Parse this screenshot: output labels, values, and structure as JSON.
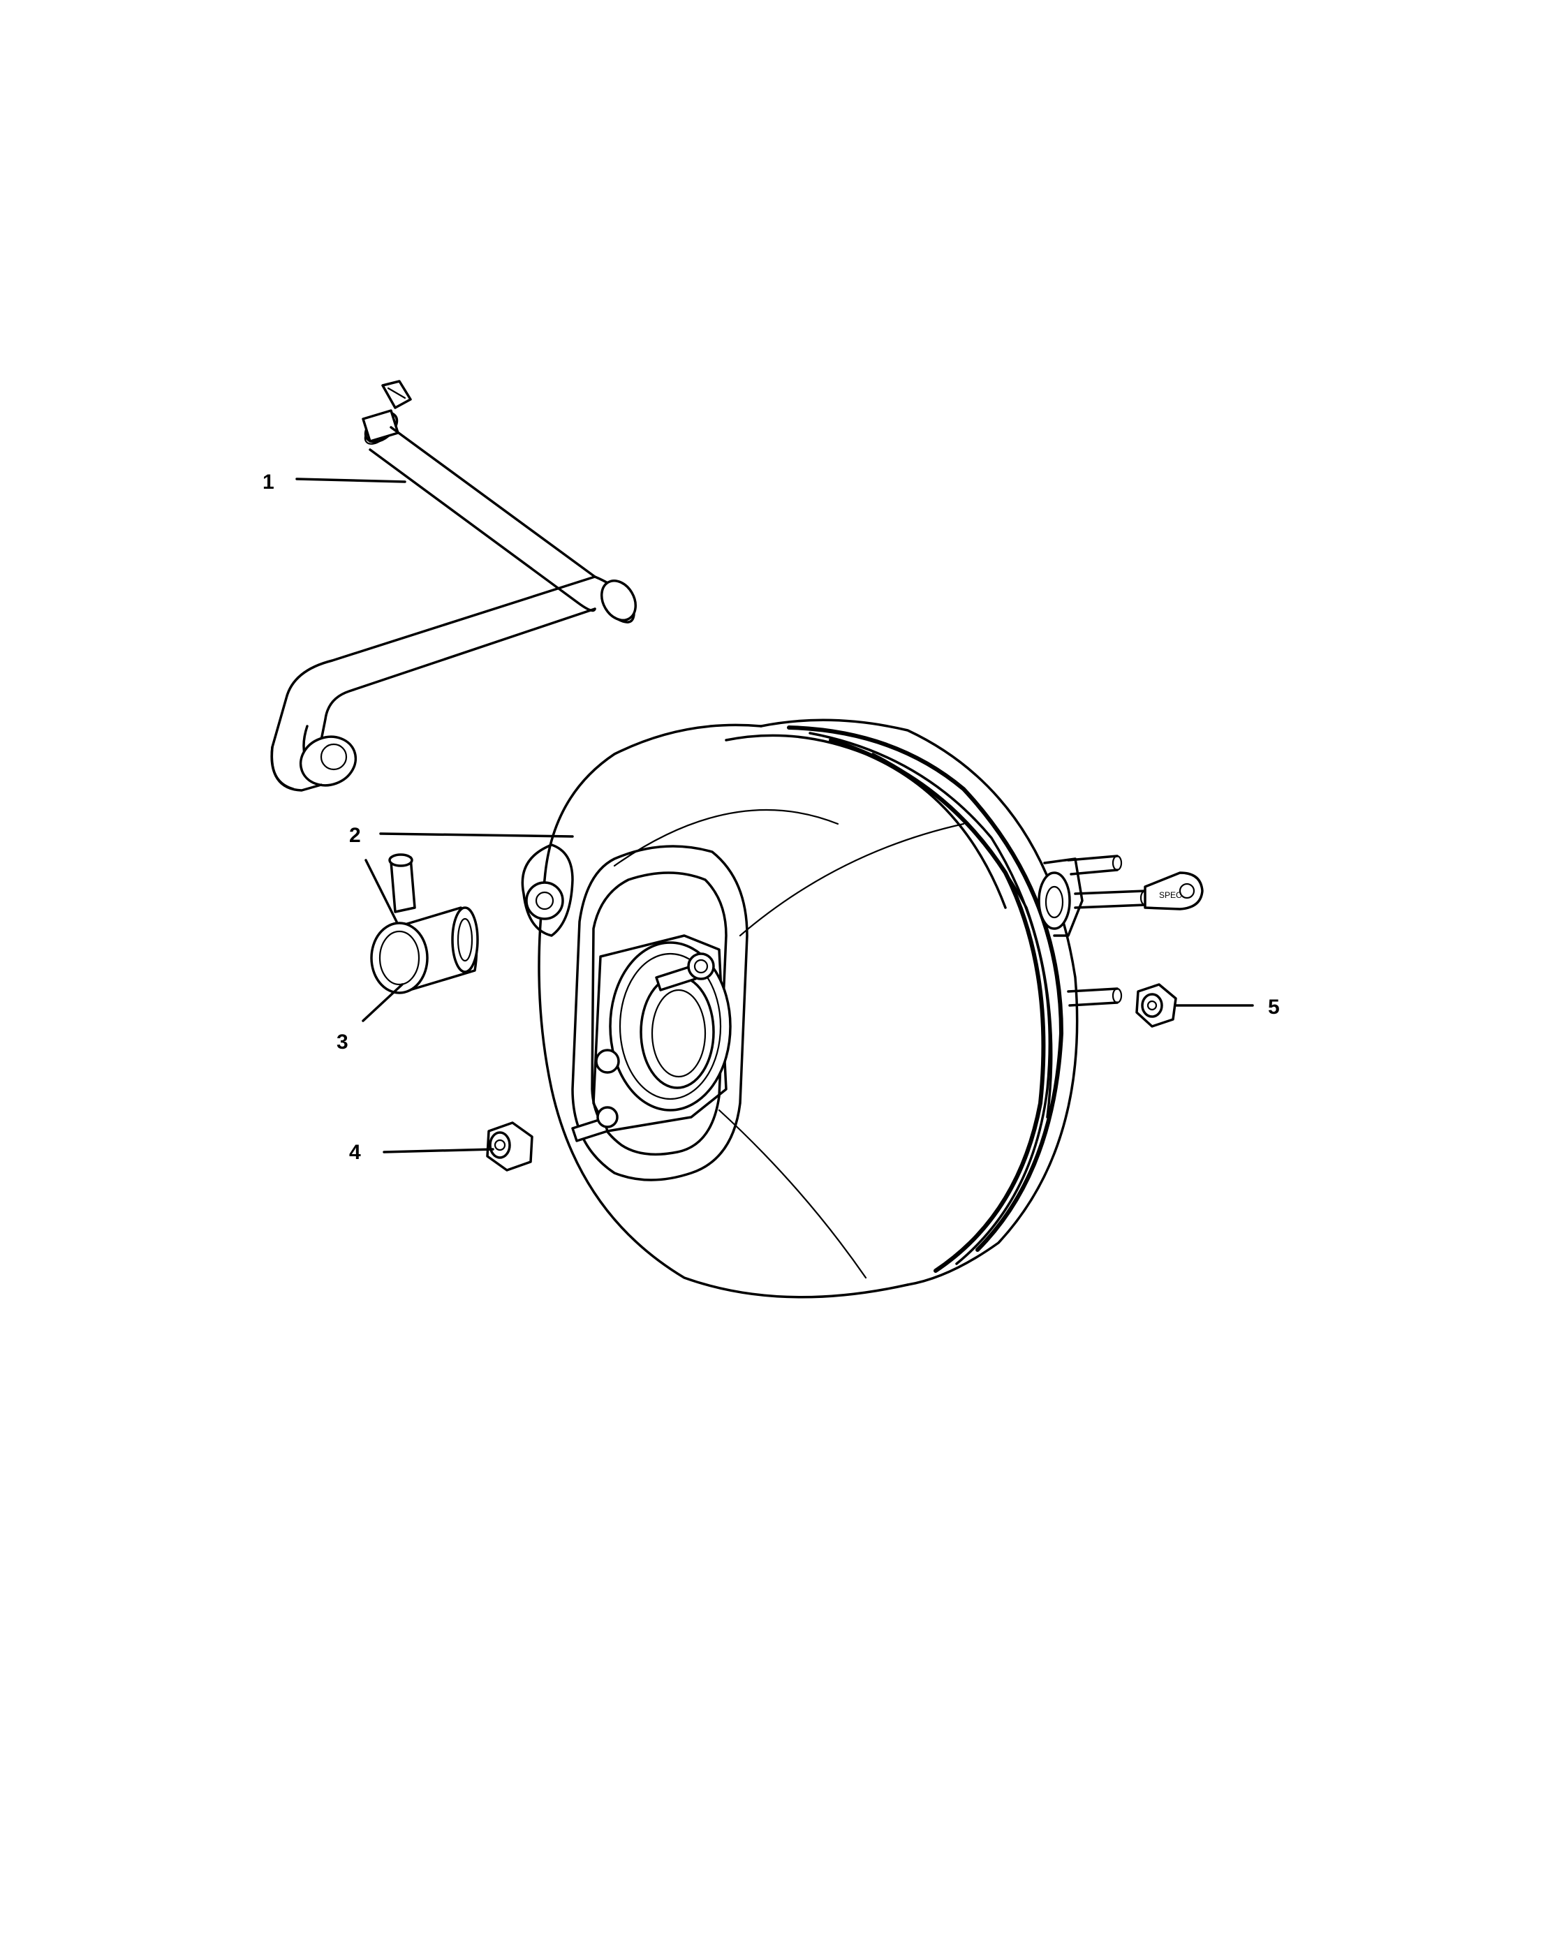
{
  "callouts": [
    {
      "id": "1",
      "label": "1",
      "part": "vacuum-hose"
    },
    {
      "id": "2",
      "label": "2",
      "part": "brake-booster"
    },
    {
      "id": "3",
      "label": "3",
      "part": "check-valve-grommet"
    },
    {
      "id": "4",
      "label": "4",
      "part": "mounting-nut"
    },
    {
      "id": "5",
      "label": "5",
      "part": "stud-nut"
    }
  ],
  "colors": {
    "line": "#000000",
    "background": "#ffffff"
  }
}
